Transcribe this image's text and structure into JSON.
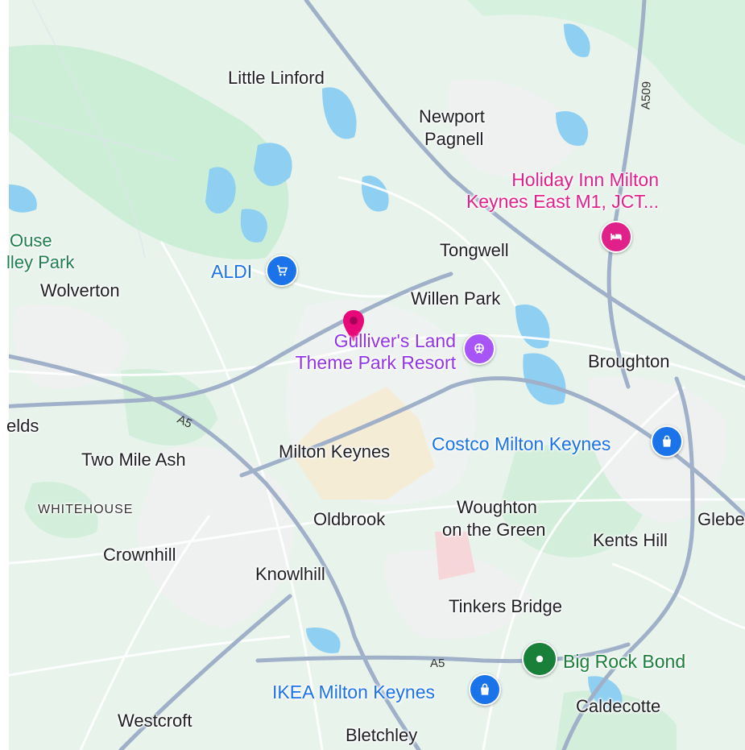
{
  "places": [
    {
      "id": "little-linford",
      "text": "Little Linford"
    },
    {
      "id": "newport-pagnell-1",
      "text": "Newport"
    },
    {
      "id": "newport-pagnell-2",
      "text": "Pagnell"
    },
    {
      "id": "tongwell",
      "text": "Tongwell"
    },
    {
      "id": "willen-park",
      "text": "Willen Park"
    },
    {
      "id": "wolverton",
      "text": "Wolverton"
    },
    {
      "id": "broughton",
      "text": "Broughton"
    },
    {
      "id": "fields",
      "text": "elds"
    },
    {
      "id": "two-mile-ash",
      "text": "Two Mile Ash"
    },
    {
      "id": "milton-keynes",
      "text": "Milton Keynes"
    },
    {
      "id": "whitehouse",
      "text": "WHITEHOUSE"
    },
    {
      "id": "oldbrook",
      "text": "Oldbrook"
    },
    {
      "id": "woughton-1",
      "text": "Woughton"
    },
    {
      "id": "woughton-2",
      "text": "on the Green"
    },
    {
      "id": "kents-hill",
      "text": "Kents Hill"
    },
    {
      "id": "glebe",
      "text": "Glebe"
    },
    {
      "id": "crownhill",
      "text": "Crownhill"
    },
    {
      "id": "knowlhill",
      "text": "Knowlhill"
    },
    {
      "id": "tinkers-bridge",
      "text": "Tinkers Bridge"
    },
    {
      "id": "caldecotte",
      "text": "Caldecotte"
    },
    {
      "id": "westcroft",
      "text": "Westcroft"
    },
    {
      "id": "bletchley",
      "text": "Bletchley"
    },
    {
      "id": "ouse-1",
      "text": "Ouse"
    },
    {
      "id": "ouse-2",
      "text": "lley Park"
    }
  ],
  "roads": {
    "a509": "A509",
    "a5_top": "A5",
    "a5_bottom": "A5"
  },
  "pois": {
    "holiday_inn": {
      "line1": "Holiday Inn Milton",
      "line2": "Keynes East M1, JCT...",
      "color": "#e0218a",
      "icon": "hotel-icon"
    },
    "aldi": {
      "label": "ALDI",
      "color": "#1a73e8",
      "icon": "shopping-cart-icon"
    },
    "gullivers": {
      "line1": "Gulliver's Land",
      "line2": "Theme Park Resort",
      "color": "#9334e6",
      "icon": "theme-park-icon"
    },
    "costco": {
      "label": "Costco Milton Keynes",
      "color": "#1a73e8",
      "icon": "shopping-bag-icon"
    },
    "ikea": {
      "label": "IKEA Milton Keynes",
      "color": "#1a73e8",
      "icon": "shopping-bag-icon"
    },
    "big_rock": {
      "label": "Big Rock Bond",
      "color": "#188038",
      "icon": "place-marker-icon"
    },
    "dropped_pin": {
      "color": "#e8087a",
      "icon": "location-pin-icon"
    }
  },
  "colors": {
    "land": "#e9f4ee",
    "park": "#c9ecd4",
    "water": "#8fd0f2",
    "road": "#ffffff",
    "major_road": "#a3b4cc",
    "urban": "#f3f3f3"
  }
}
